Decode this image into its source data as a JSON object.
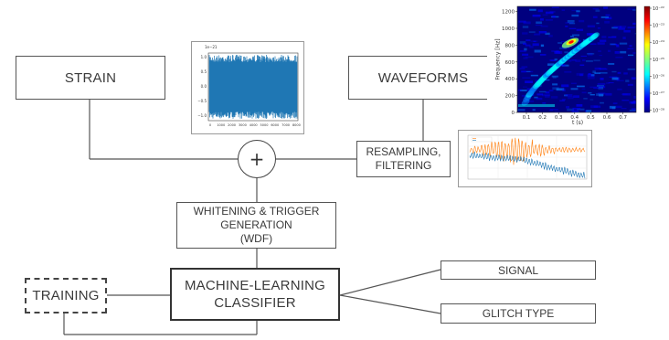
{
  "boxes": {
    "strain": "STRAIN",
    "waveforms": "WAVEFORMS",
    "sum_symbol": "+",
    "resampling_line1": "RESAMPLING,",
    "resampling_line2": "FILTERING",
    "whitening_line1": "WHITENING & TRIGGER",
    "whitening_line2": "GENERATION",
    "whitening_line3": "(WDF)",
    "classifier_line1": "MACHINE-LEARNING",
    "classifier_line2": "CLASSIFIER",
    "training": "TRAINING",
    "signal": "SIGNAL",
    "glitch_type": "GLITCH TYPE"
  },
  "spectrogram": {
    "ylabel": "Frequency [Hz]",
    "xlabel": "t (s)",
    "y_ticks": [
      "0",
      "200",
      "400",
      "600",
      "800",
      "1000",
      "1200"
    ],
    "x_ticks": [
      "0.1",
      "0.2",
      "0.3",
      "0.4",
      "0.5",
      "0.6",
      "0.7"
    ],
    "colorbar_ticks": [
      "10⁻²²",
      "10⁻²³",
      "10⁻²⁴",
      "10⁻²⁵",
      "10⁻²⁶",
      "10⁻²⁷",
      "10⁻²⁸"
    ],
    "colors": [
      "#00007f",
      "#0000ff",
      "#007fff",
      "#00ffff",
      "#7fff7f",
      "#ffff00",
      "#ff7f00",
      "#ff0000",
      "#7f0000"
    ]
  },
  "strain_plot": {
    "corner_label": "1e−21",
    "y_ticks": [
      "1.0",
      "0.5",
      "0.0",
      "−0.5",
      "−1.0"
    ],
    "x_ticks": [
      "0",
      "1000",
      "2000",
      "3000",
      "4000",
      "5000",
      "6000",
      "7000",
      "8000"
    ],
    "color": "#1f77b4"
  },
  "waveform_plot": {
    "colors": [
      "#ff7f0e",
      "#1f77b4"
    ]
  }
}
